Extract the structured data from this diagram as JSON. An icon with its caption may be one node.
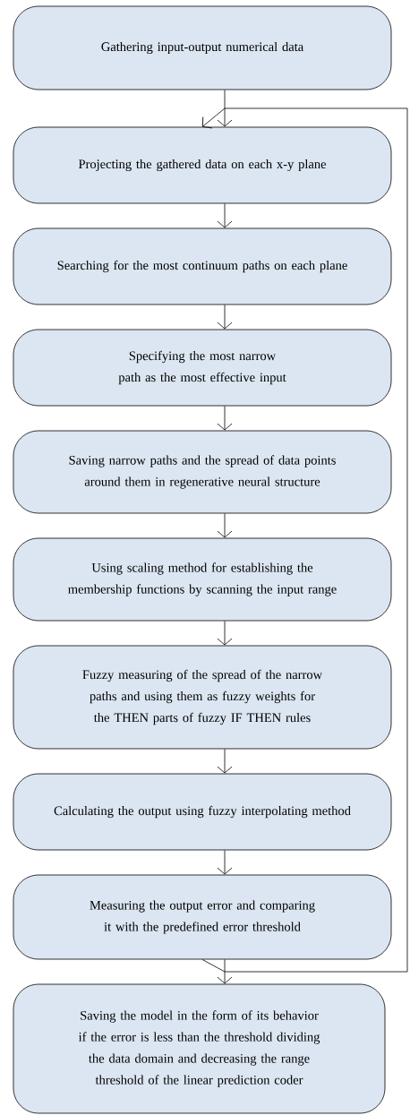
{
  "diagram": {
    "nodes": [
      {
        "text": [
          "Gathering input-output numerical data"
        ]
      },
      {
        "text": [
          "Projecting the gathered data on each x-y plane"
        ]
      },
      {
        "text": [
          "Searching for the most continuum paths on each plane"
        ]
      },
      {
        "text": [
          "Specifying the most narrow path as the most effective input"
        ]
      },
      {
        "text": [
          "Saving narrow paths and the spread of data points around them in regenerative neural structure"
        ]
      },
      {
        "text": [
          "Using scaling method for establishing the membership functions by scanning the input range"
        ]
      },
      {
        "text": [
          "Fuzzy measuring of the spread of the narrow paths and using them as fuzzy weights for the THEN parts of fuzzy IF THEN rules"
        ]
      },
      {
        "text": [
          "Calculating the output using fuzzy interpolating method"
        ]
      },
      {
        "text": [
          "Measuring the output error and comparing it with the predefined error threshold"
        ]
      },
      {
        "text": [
          "Saving the model in the form of its behavior if the error is less than the threshold dividing the data domain and decreasing the range threshold of the linear prediction coder"
        ]
      }
    ],
    "edges": [
      {
        "from": 0,
        "to": 1,
        "arrow": "to"
      },
      {
        "from": 1,
        "to": 2,
        "arrow": "to"
      },
      {
        "from": 2,
        "to": 3,
        "arrow": "to"
      },
      {
        "from": 3,
        "to": 4,
        "arrow": "to"
      },
      {
        "from": 4,
        "to": 5,
        "arrow": "to"
      },
      {
        "from": 5,
        "to": 6,
        "arrow": "to"
      },
      {
        "from": 6,
        "to": 7,
        "arrow": "to"
      },
      {
        "from": 7,
        "to": 8,
        "arrow": "to"
      },
      {
        "from": 8,
        "to": 9,
        "arrow": "to"
      },
      {
        "from": 8,
        "to": 1,
        "arrow": "to"
      }
    ]
  }
}
